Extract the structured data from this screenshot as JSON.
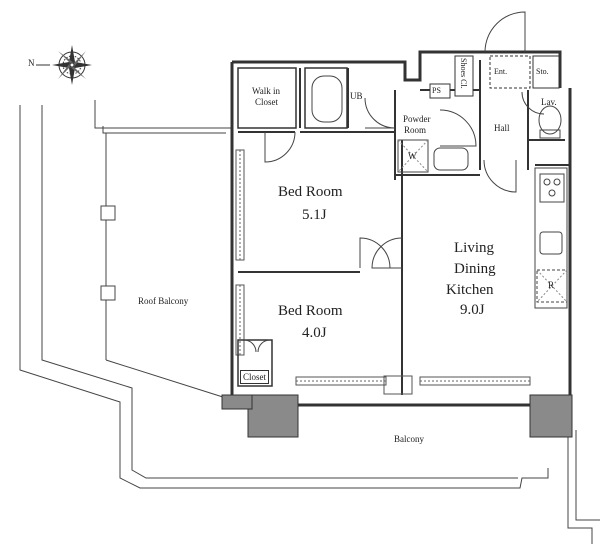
{
  "compass": {
    "north_label": "N",
    "icon": "compass-rose-icon"
  },
  "rooms": {
    "bed_room_1": {
      "name": "Bed Room",
      "size": "5.1J"
    },
    "bed_room_2": {
      "name": "Bed Room",
      "size": "4.0J"
    },
    "ldk": {
      "line1": "Living",
      "line2": "Dining",
      "line3": "Kitchen",
      "size": "9.0J"
    },
    "walk_in_closet": {
      "line1": "Walk in",
      "line2": "Closet"
    },
    "ub": "UB",
    "powder_room": {
      "line1": "Powder",
      "line2": "Room"
    },
    "washer": "W",
    "ps": "PS",
    "shoes_cl": "Shoes Cl.",
    "ent": "Ent.",
    "sto": "Sto.",
    "lav": "Lav.",
    "hall": "Hall",
    "refrigerator": "R",
    "closet": "Closet"
  },
  "outdoor": {
    "roof_balcony": "Roof Balcony",
    "balcony": "Balcony"
  },
  "colors": {
    "wall": "#333333",
    "fill_gray": "#8a8a8a",
    "line": "#444444"
  }
}
